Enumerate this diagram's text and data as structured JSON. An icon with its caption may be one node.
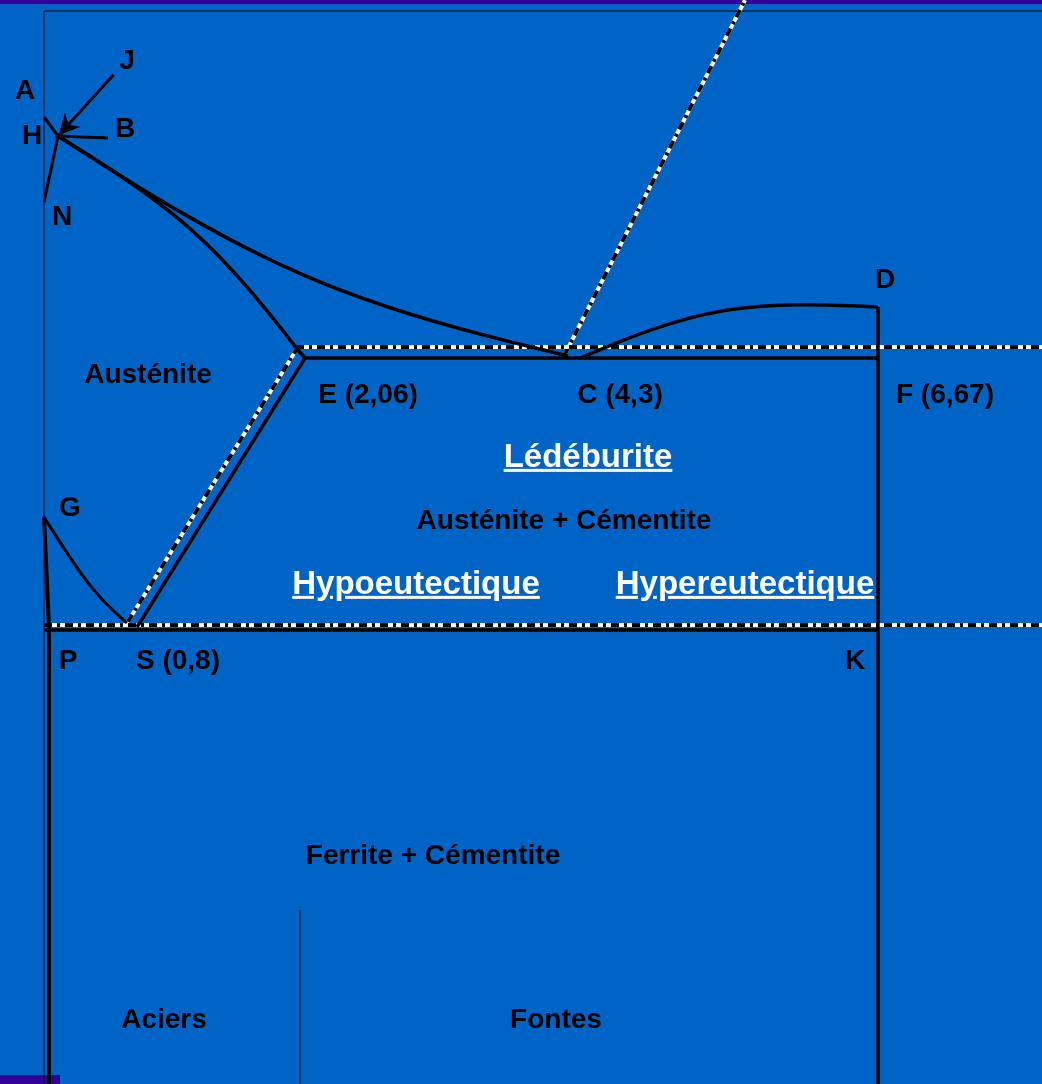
{
  "diagram": {
    "nodes": [
      {
        "text": [
          "J"
        ]
      },
      {
        "text": [],
        "shape": "circle"
      }
    ],
    "edges": [
      {
        "from": 0,
        "to": 1,
        "arrow": "to"
      }
    ],
    "labels": [
      "A",
      "H",
      "B",
      "N",
      "D",
      "Austénite",
      "E (2,06)",
      "C (4,3)",
      "F (6,67)",
      "Lédéburite",
      "G",
      "Austénite + Cémentite",
      "Hypoeutectique",
      "Hypereutectique",
      "P",
      "S (0,8)",
      "K",
      "Ferrite + Cémentite",
      "Aciers",
      "Fontes"
    ]
  }
}
